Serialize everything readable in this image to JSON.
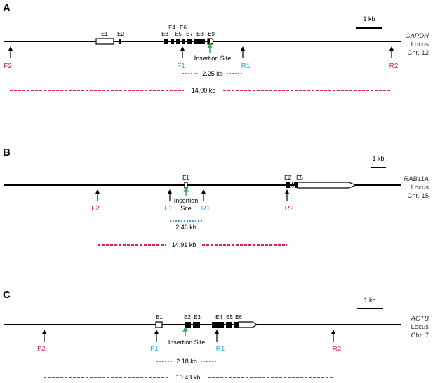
{
  "colors": {
    "line": "#000000",
    "forward_primer": "#29a9e0",
    "reverse_primer": "#d6226e",
    "insertion_arrow": "#2fb34a",
    "short_amplicon": "#29a9e0",
    "long_amplicon": "#d6226e"
  },
  "panels": [
    {
      "letter": "A",
      "gene": "GAPDH",
      "locus": "Locus",
      "chromosome": "Chr. 12",
      "scale_label": "1 kb",
      "exons": [
        "E1",
        "E2",
        "E3",
        "E4",
        "E5",
        "E6",
        "E7",
        "E8",
        "E9"
      ],
      "insertion_label": "Insertion Site",
      "primers": {
        "f2": "F2",
        "f1": "F1",
        "r1": "R1",
        "r2": "R2"
      },
      "short_amplicon": "2.25 kb",
      "long_amplicon": "14.00 kb"
    },
    {
      "letter": "B",
      "gene": "RAB11A",
      "locus": "Locus",
      "chromosome": "Chr. 15",
      "scale_label": "1 kb",
      "exons": [
        "E1",
        "E2",
        "E5"
      ],
      "insertion_label_line1": "Insertion",
      "insertion_label_line2": "Site",
      "primers": {
        "f2": "F2",
        "f1": "F1",
        "r1": "R1",
        "r2": "R2"
      },
      "short_amplicon": "2.46 kb",
      "long_amplicon": "14.91 kb"
    },
    {
      "letter": "C",
      "gene": "ACTB",
      "locus": "Locus",
      "chromosome": "Chr. 7",
      "scale_label": "1 kb",
      "exons": [
        "E1",
        "E2",
        "E3",
        "E4",
        "E5",
        "E6"
      ],
      "insertion_label": "Insertion Site",
      "primers": {
        "f2": "F2",
        "f1": "F1",
        "r1": "R1",
        "r2": "R2"
      },
      "short_amplicon": "2.18 kb",
      "long_amplicon": "10.43 kb"
    }
  ]
}
